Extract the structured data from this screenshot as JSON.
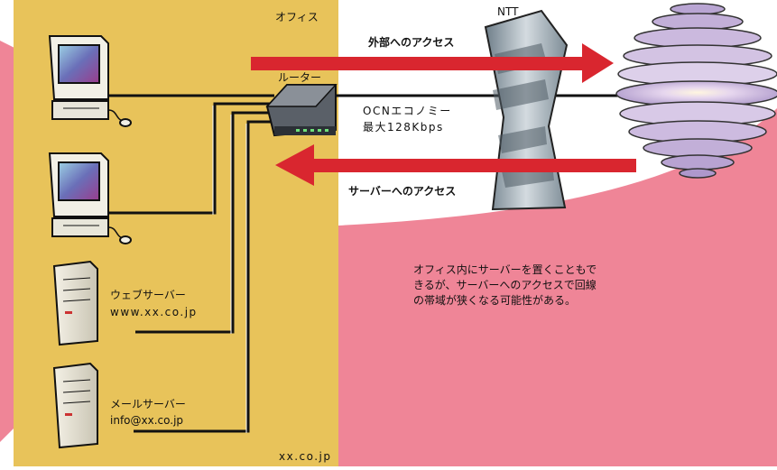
{
  "office": {
    "label": "オフィス",
    "domain": "xx.co.jp"
  },
  "router": {
    "label": "ルーター"
  },
  "ntt": {
    "label": "NTT"
  },
  "line": {
    "name": "OCNエコノミー",
    "speed": "最大128Kbps"
  },
  "arrows": {
    "outbound": "外部へのアクセス",
    "inbound": "サーバーへのアクセス"
  },
  "servers": {
    "web": {
      "name": "ウェブサーバー",
      "host": "www.xx.co.jp"
    },
    "mail": {
      "name": "メールサーバー",
      "host": "info@xx.co.jp"
    }
  },
  "note": [
    "オフィス内にサーバーを置くこともで",
    "きるが、サーバーへのアクセスで回線",
    "の帯域が狭くなる可能性がある。"
  ],
  "colors": {
    "office_bg": "#e8c35a",
    "pink_bg": "#ef8597",
    "arrow": "#d9262f",
    "globe": "#c9b8dd"
  }
}
